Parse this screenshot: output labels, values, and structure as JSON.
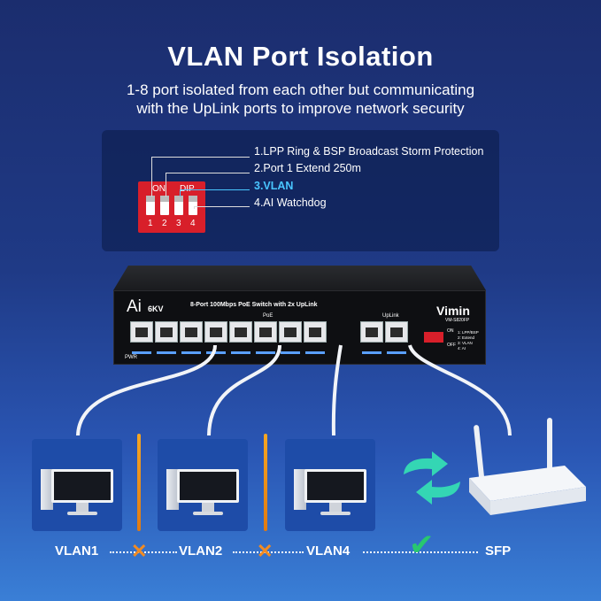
{
  "title": "VLAN Port Isolation",
  "subtitle_line1": "1-8 port isolated from each other but communicating",
  "subtitle_line2": "with the UpLink ports to improve network security",
  "dip_switch": {
    "on_label": "ON",
    "dip_label": "DIP",
    "numbers": [
      "1",
      "2",
      "3",
      "4"
    ],
    "options": [
      "1.LPP Ring & BSP Broadcast Storm Protection",
      "2.Port 1 Extend 250m",
      "3.VLAN",
      "4.AI Watchdog"
    ],
    "highlight_color": "#49c5ff",
    "switch_color": "#d81f2a"
  },
  "device": {
    "logo": "Ai",
    "kv": "6KV",
    "description": "8-Port 100Mbps PoE Switch with 2x UpLink",
    "poe_label": "PoE",
    "uplink_label": "UpLink",
    "brand": "Vimin",
    "model": "VM-S820FP",
    "pwr_label": "PWR",
    "legend": [
      "1: LPP/BSP",
      "2: Extend",
      "3: VLAN",
      "4: AI"
    ],
    "on": "ON",
    "off": "OFF"
  },
  "bottom": {
    "labels": [
      "VLAN1",
      "VLAN2",
      "VLAN4",
      "SFP"
    ],
    "blocked_color": "#f28b22",
    "allowed_color": "#28c76f"
  }
}
